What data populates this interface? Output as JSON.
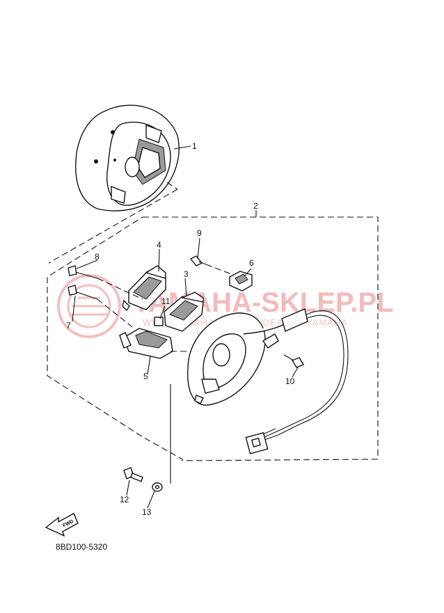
{
  "diagram_code": "8BD100-5320",
  "fwd_label": "FWD",
  "watermark": {
    "title": "YAMAHA-SKLEP.PL",
    "subtitle": "WWW.YAMAHA-SKLEP... DEALER YAMAHA"
  },
  "callouts": [
    "1",
    "2",
    "3",
    "4",
    "5",
    "6",
    "7",
    "8",
    "9",
    "10",
    "11",
    "12",
    "13"
  ]
}
